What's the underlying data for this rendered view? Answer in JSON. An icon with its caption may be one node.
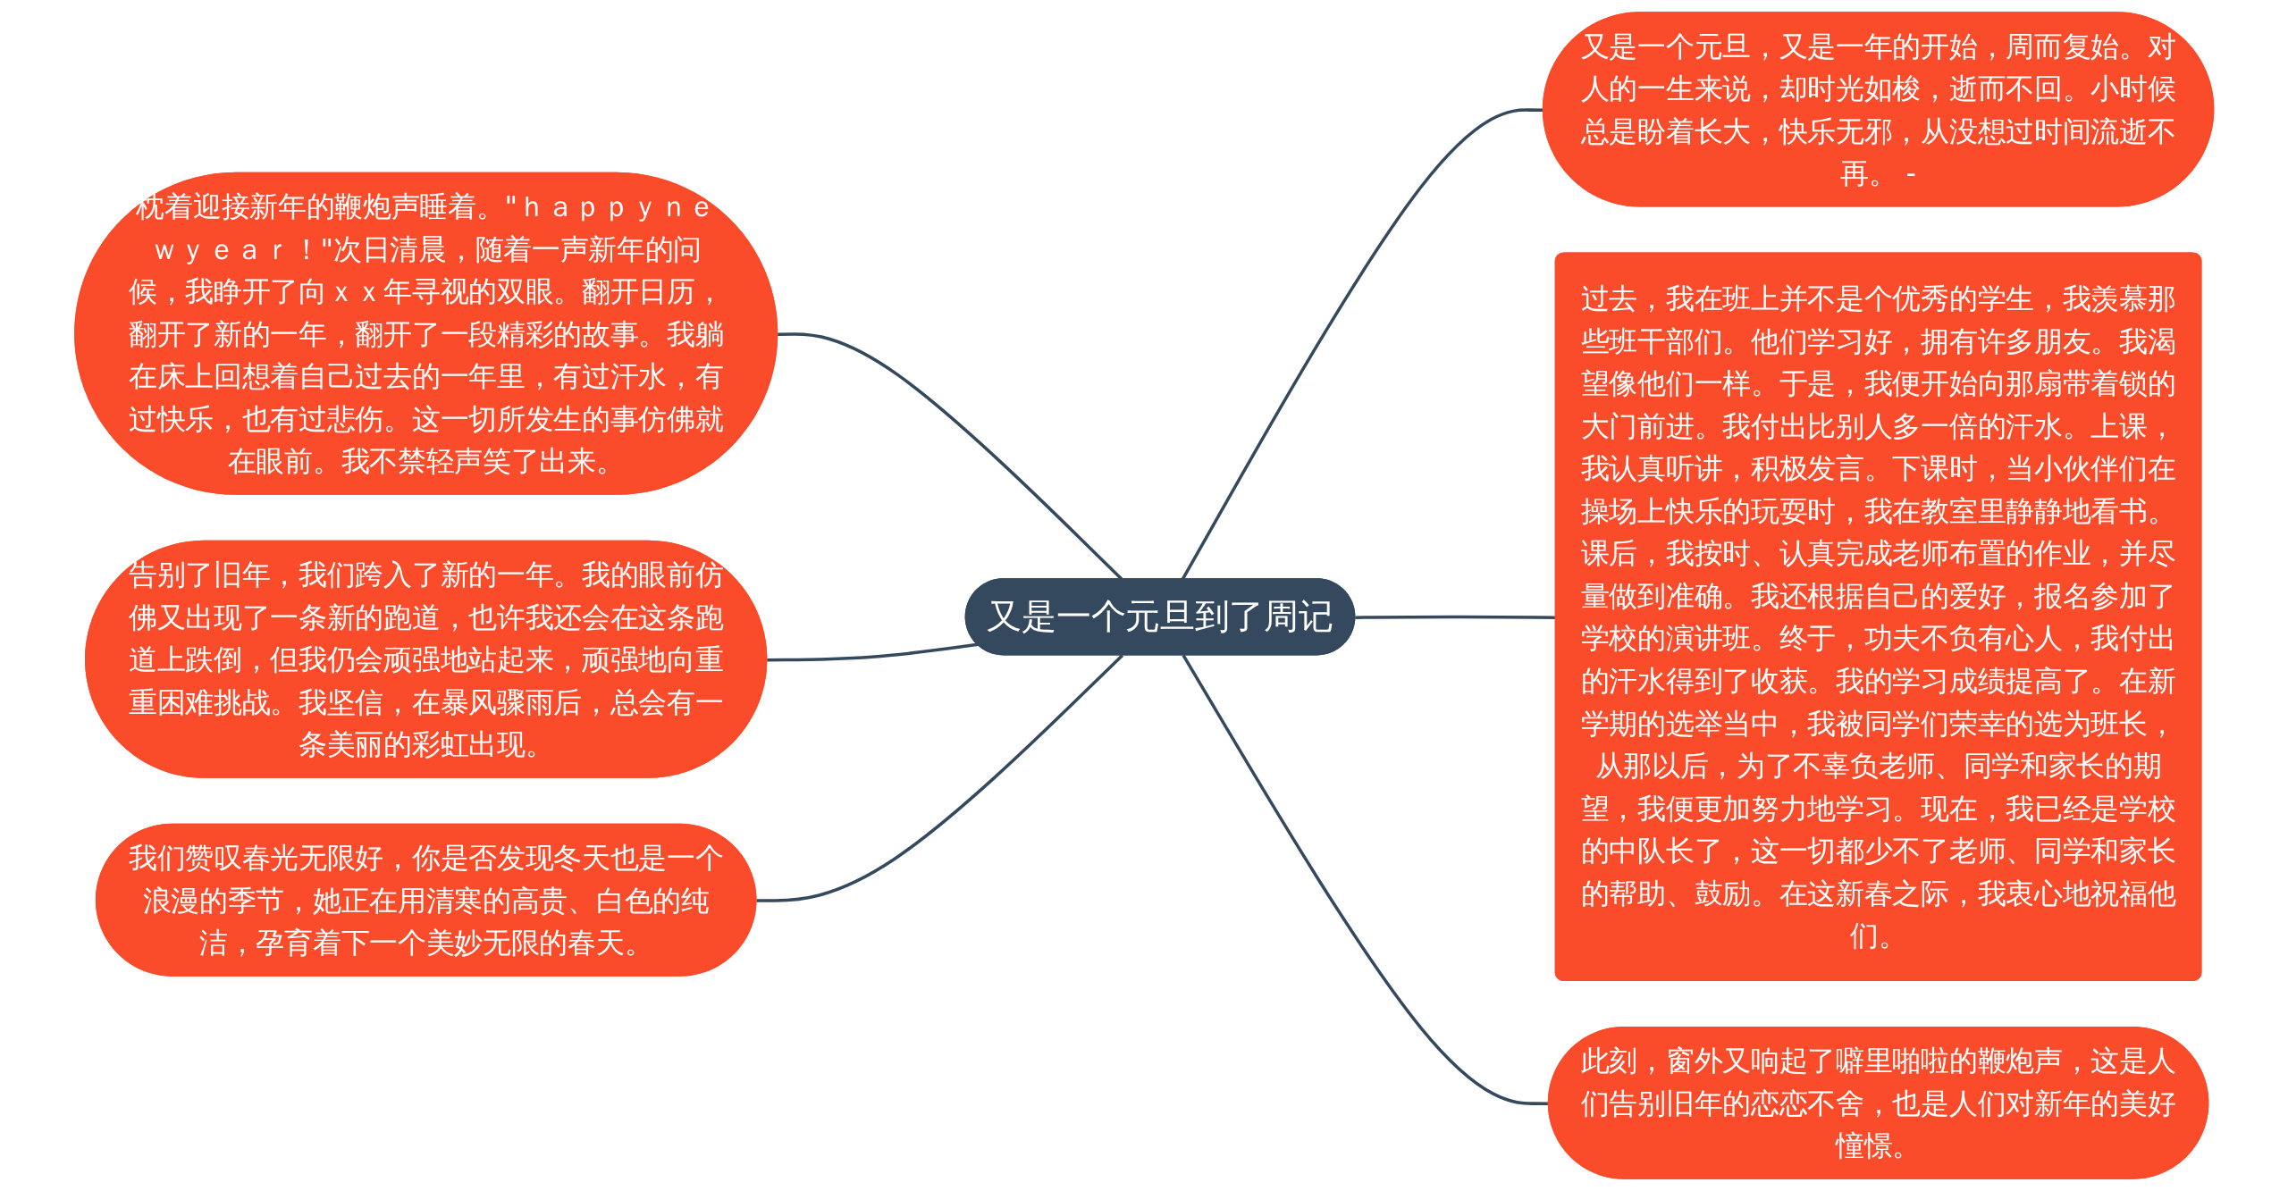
{
  "diagram": {
    "nodes": [
      {
        "text": [
          "又是一个元旦到了周记"
        ]
      },
      {
        "text": [
          "枕着迎接新年的鞭炮声睡着。\"ｈａｐｐｙｎｅｗｙｅａｒ！\"次日清晨，随着一声新年的问候，我睁开了向ｘｘ年寻视的双眼。翻开日历，翻开了新的一年，翻开了一段精彩的故事。我躺在床上回想着自己过去的一年里，有过汗水，有过快乐，也有过悲伤。这一切所发生的事仿佛就在眼前。我不禁轻声笑了出来。"
        ]
      },
      {
        "text": [
          "告别了旧年，我们跨入了新的一年。我的眼前仿佛又出现了一条新的跑道，也许我还会在这条跑道上跌倒，但我仍会顽强地站起来，顽强地向重重困难挑战。我坚信，在暴风骤雨后，总会有一条美丽的彩虹出现。"
        ]
      },
      {
        "text": [
          "我们赞叹春光无限好，你是否发现冬天也是一个浪漫的季节，她正在用清寒的高贵、白色的纯洁，孕育着下一个美妙无限的春天。"
        ]
      },
      {
        "text": [
          "又是一个元旦，又是一年的开始，周而复始。对人的一生来说，却时光如梭，逝而不回。小时候总是盼着长大，快乐无邪，从没想过时间流逝不再。 -"
        ]
      },
      {
        "text": [
          "过去，我在班上并不是个优秀的学生，我羡慕那些班干部们。他们学习好，拥有许多朋友。我渴望像他们一样。于是，我便开始向那扇带着锁的大门前进。我付出比别人多一倍的汗水。上课，我认真听讲，积极发言。下课时，当小伙伴们在操场上快乐的玩耍时，我在教室里静静地看书。课后，我按时、认真完成老师布置的作业，并尽量做到准确。我还根据自己的爱好，报名参加了学校的演讲班。终于，功夫不负有心人，我付出的汗水得到了收获。我的学习成绩提高了。在新学期的选举当中，我被同学们荣幸的选为班长，从那以后，为了不辜负老师、同学和家长的期望，我便更加努力地学习。现在，我已经是学校的中队长了，这一切都少不了老师、同学和家长的帮助、鼓励。在这新春之际，我衷心地祝福他们。"
        ]
      },
      {
        "text": [
          "此刻，窗外又响起了噼里啪啦的鞭炮声，这是人们告别旧年的恋恋不舍，也是人们对新年的美好憧憬。"
        ]
      }
    ],
    "edges": [
      {
        "from": 0,
        "to": 1,
        "arrow": "none"
      },
      {
        "from": 0,
        "to": 2,
        "arrow": "none"
      },
      {
        "from": 0,
        "to": 3,
        "arrow": "none"
      },
      {
        "from": 0,
        "to": 4,
        "arrow": "none"
      },
      {
        "from": 0,
        "to": 5,
        "arrow": "none"
      },
      {
        "from": 0,
        "to": 6,
        "arrow": "none"
      }
    ]
  }
}
